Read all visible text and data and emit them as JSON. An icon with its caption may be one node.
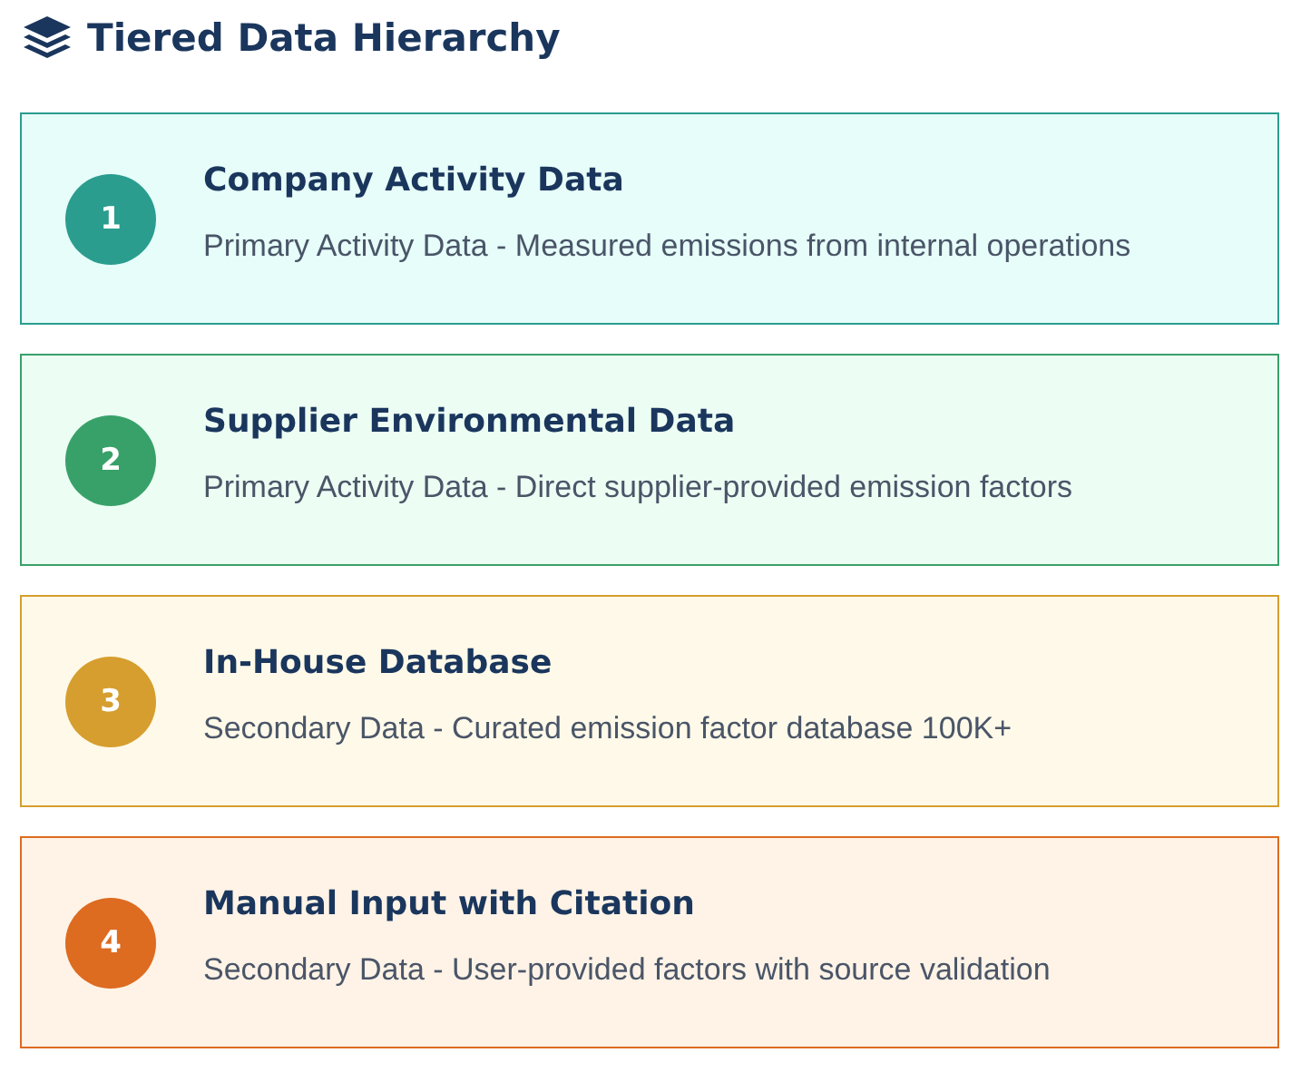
{
  "diagram": {
    "title": "Tiered Data Hierarchy",
    "nodes": [
      {
        "text": [
          "Company Activity Data",
          "Primary Activity Data - Measured emissions from internal operations"
        ]
      },
      {
        "text": [
          "1"
        ],
        "in": 0
      },
      {
        "text": [
          "Supplier Environmental Data",
          "Primary Activity Data - Direct supplier-provided emission factors"
        ]
      },
      {
        "text": [
          "2"
        ],
        "in": 2
      },
      {
        "text": [
          "In-House Database",
          "Secondary Data - Curated emission factor database 100K+"
        ]
      },
      {
        "text": [
          "3"
        ],
        "in": 4
      },
      {
        "text": [
          "Manual Input with Citation",
          "Secondary Data - User-provided factors with source validation"
        ]
      },
      {
        "text": [
          "4"
        ],
        "in": 6
      }
    ],
    "edges": []
  }
}
